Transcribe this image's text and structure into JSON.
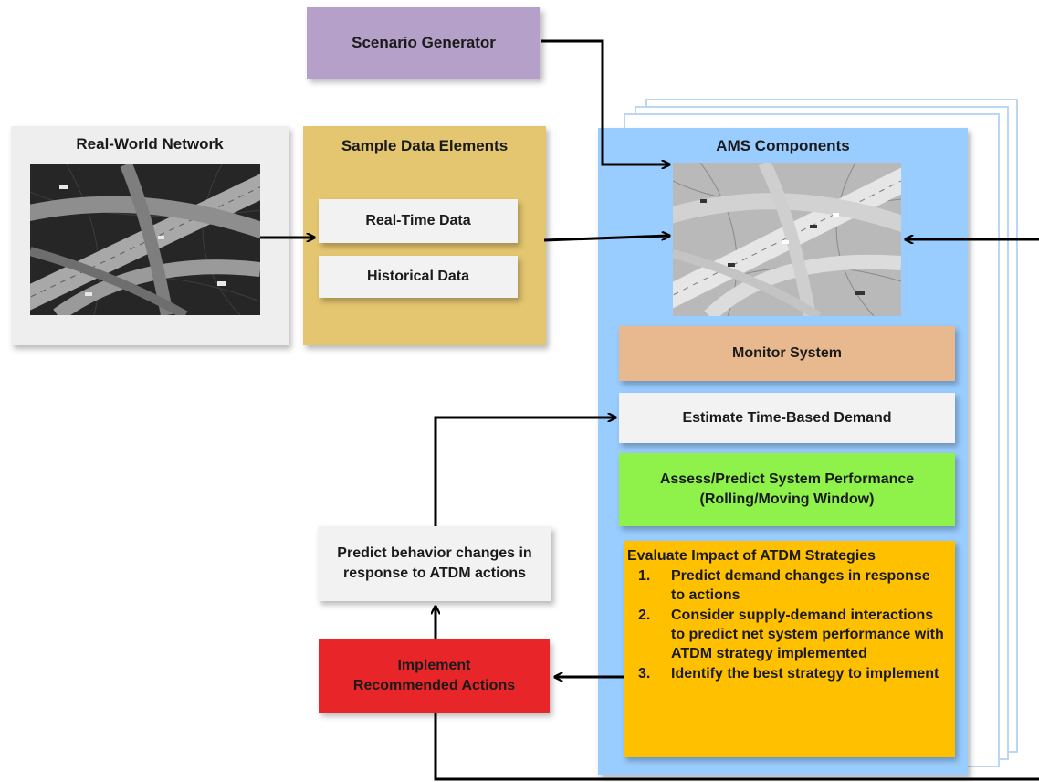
{
  "scenario_generator": {
    "label": "Scenario Generator",
    "color": "#b4a0c8"
  },
  "real_world_network": {
    "title": "Real-World Network",
    "color": "#eeeeee"
  },
  "sample_data": {
    "title": "Sample Data Elements",
    "color": "#e4c670",
    "items": [
      "Real-Time Data",
      "Historical Data"
    ]
  },
  "ams": {
    "title": "AMS Components",
    "color": "#99ccff",
    "monitor": {
      "label": "Monitor System",
      "color": "#e8b88e"
    },
    "estimate": {
      "label": "Estimate Time-Based Demand",
      "color": "#f2f2f2"
    },
    "assess": {
      "line1": "Assess/Predict System Performance",
      "line2": "(Rolling/Moving Window)",
      "color": "#8ef24a"
    },
    "evaluate": {
      "title": "Evaluate Impact of ATDM Strategies",
      "color": "#ffc000",
      "steps": [
        {
          "num": "1.",
          "text": "Predict demand changes in response to actions"
        },
        {
          "num": "2.",
          "text": "Consider supply-demand interactions to predict net system performance with ATDM strategy implemented"
        },
        {
          "num": "3.",
          "text": "Identify the best strategy to implement"
        }
      ]
    }
  },
  "predict_behavior": {
    "label": "Predict behavior changes in response to ATDM actions",
    "color": "#f2f2f2"
  },
  "implement": {
    "line1": "Implement",
    "line2": "Recommended Actions",
    "color": "#e8262a"
  }
}
